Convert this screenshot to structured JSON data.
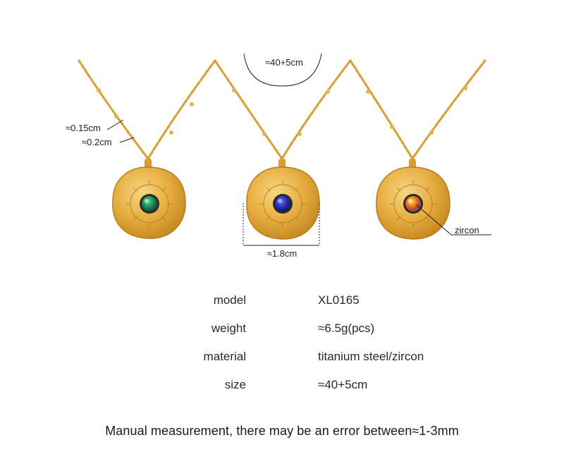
{
  "annotations": {
    "chain_length": "≈40+5cm",
    "chain_thickness_small": "≈0.15cm",
    "chain_thickness_large": "≈0.2cm",
    "pendant_width": "≈1.8cm",
    "stone_label": "zircon"
  },
  "pendants": [
    {
      "name": "green",
      "stone_color": "#1d8a55"
    },
    {
      "name": "blue",
      "stone_color": "#2b2fa8"
    },
    {
      "name": "multicolor",
      "stone_color": "#e07a1c"
    }
  ],
  "colors": {
    "gold": "#e2a93b",
    "gold_dark": "#b87e1e",
    "gold_light": "#f6d27a"
  },
  "specs": [
    {
      "label": "model",
      "value": "XL0165"
    },
    {
      "label": "weight",
      "value": "≈6.5g(pcs)"
    },
    {
      "label": "material",
      "value": "titanium steel/zircon"
    },
    {
      "label": "size",
      "value": "≈40+5cm"
    }
  ],
  "footer_note": "Manual measurement, there may be an error between≈1-3mm"
}
